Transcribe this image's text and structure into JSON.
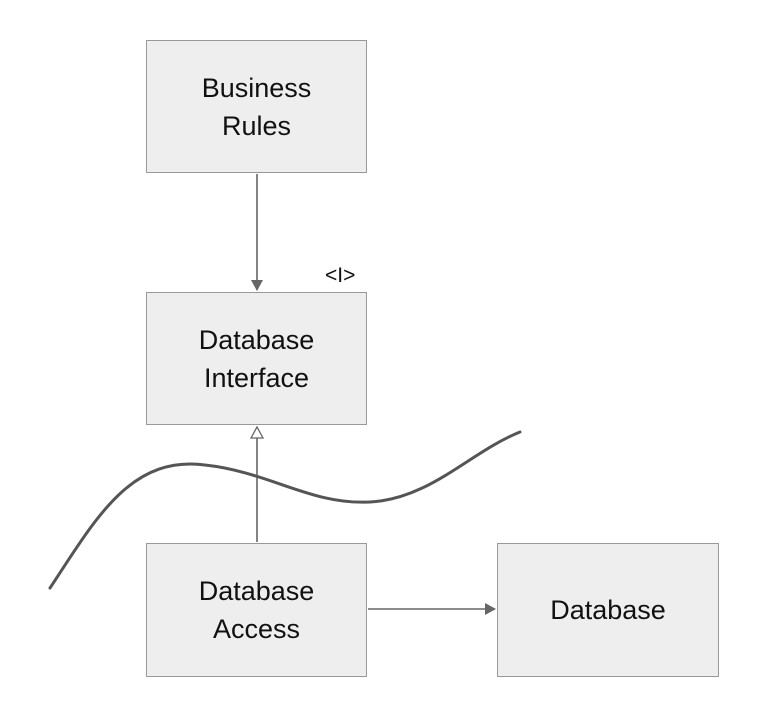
{
  "diagram": {
    "boxes": {
      "business_rules": "Business\nRules",
      "database_interface": "Database\nInterface",
      "database_access": "Database\nAccess",
      "database": "Database"
    },
    "interface_marker": "<I>",
    "colors": {
      "box_fill": "#eeeeee",
      "box_border": "#999999",
      "connector": "#666666",
      "boundary_curve": "#555555",
      "text": "#111111"
    }
  }
}
